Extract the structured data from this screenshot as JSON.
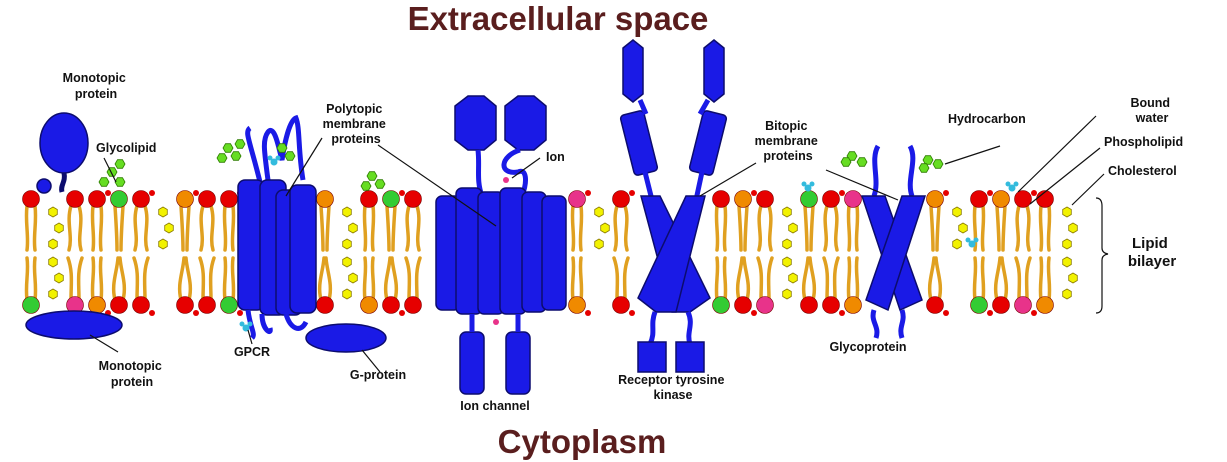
{
  "titles": {
    "top": "Extracellular space",
    "bottom": "Cytoplasm"
  },
  "labels": {
    "monotopic_top": [
      "Monotopic",
      "protein"
    ],
    "glycolipid": "Glycolipid",
    "polytopic": [
      "Polytopic",
      "membrane",
      "proteins"
    ],
    "ion": "Ion",
    "bitopic": [
      "Bitopic",
      "membrane",
      "proteins"
    ],
    "hydrocarbon": "Hydrocarbon",
    "bound_water": [
      "Bound",
      "water"
    ],
    "phospholipid": "Phospholipid",
    "cholesterol": "Cholesterol",
    "lipid_bilayer": [
      "Lipid",
      "bilayer"
    ],
    "monotopic_bottom": [
      "Monotopic",
      "protein"
    ],
    "gpcr": "GPCR",
    "g_protein": "G-protein",
    "ion_channel": "Ion channel",
    "rtk": [
      "Receptor tyrosine",
      "kinase"
    ],
    "glycoprotein": "Glycoprotein"
  },
  "colors": {
    "protein": "#1a1ae6",
    "protein_outline": "#0c0c6e",
    "head_red": "#e60000",
    "head_orange": "#f08a00",
    "head_green": "#33cc33",
    "head_pink": "#e8338a",
    "tail": "#e0a020",
    "cholesterol": "#f2f200",
    "sugar": "#66dd22",
    "water": "#33bbdd",
    "title": "#5a1e1e"
  }
}
